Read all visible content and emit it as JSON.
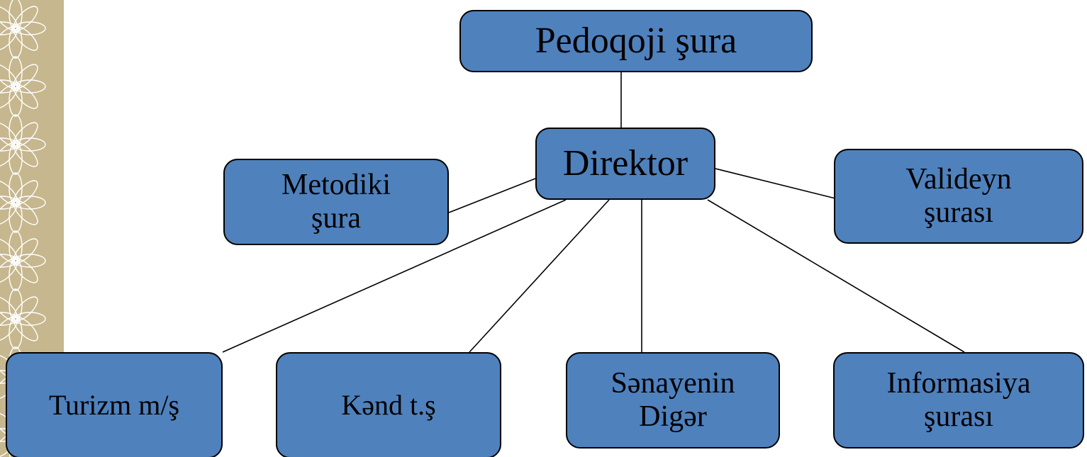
{
  "colors": {
    "node_fill": "#4f81bd",
    "node_border": "#000000",
    "connector": "#000000",
    "strip_bg": "#c6b78e",
    "strip_line": "#ffffff"
  },
  "nodes": {
    "pedoqoji": {
      "lines": [
        "Pedoqoji şura"
      ]
    },
    "direktor": {
      "lines": [
        "Direktor"
      ]
    },
    "metodiki": {
      "lines": [
        "Metodiki",
        "şura"
      ]
    },
    "valideyn": {
      "lines": [
        "Valideyn",
        "şurası"
      ]
    },
    "turizm": {
      "lines": [
        "Turizm m/ş"
      ]
    },
    "kend": {
      "lines": [
        "Kənd t.ş"
      ]
    },
    "senaye": {
      "lines": [
        "Sənayenin",
        "Digər"
      ]
    },
    "info": {
      "lines": [
        "Informasiya",
        "şurası"
      ]
    }
  },
  "connections": [
    [
      "pedoqoji",
      "direktor"
    ],
    [
      "direktor",
      "metodiki"
    ],
    [
      "direktor",
      "valideyn"
    ],
    [
      "direktor",
      "turizm"
    ],
    [
      "direktor",
      "kend"
    ],
    [
      "direktor",
      "senaye"
    ],
    [
      "direktor",
      "info"
    ]
  ]
}
